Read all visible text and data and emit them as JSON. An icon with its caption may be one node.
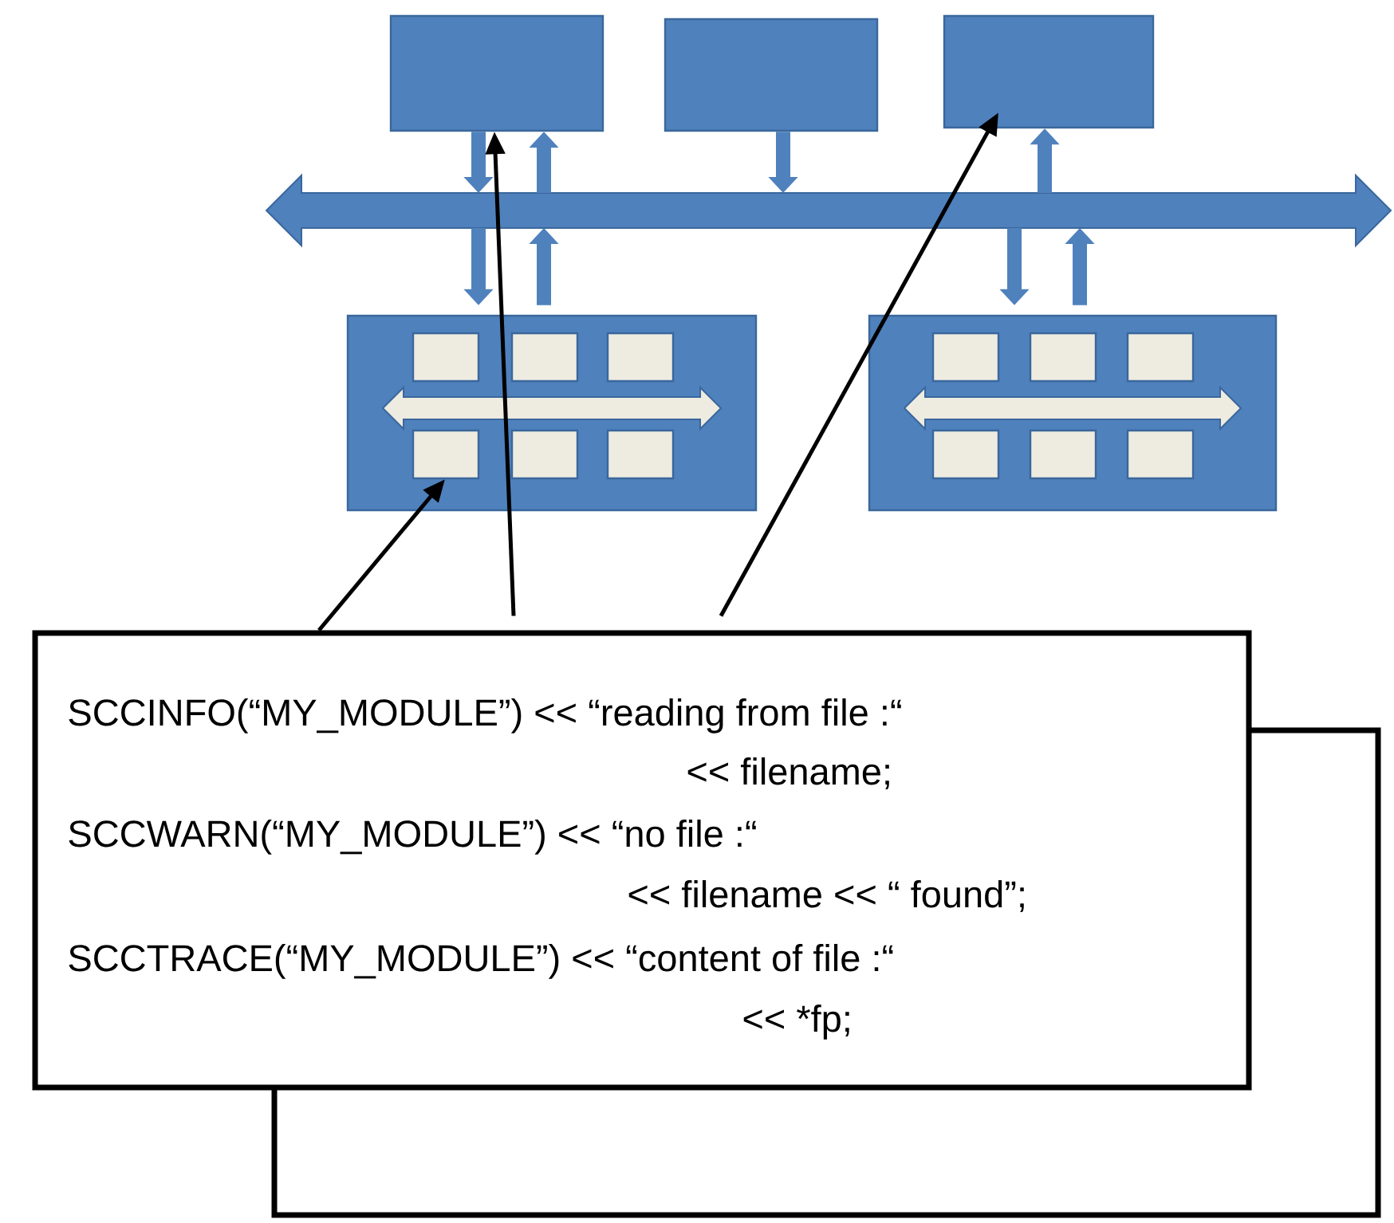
{
  "diagram": {
    "nodes": [
      {
        "text": [],
        "shape": "box"
      },
      {
        "text": [],
        "shape": "box"
      },
      {
        "text": [],
        "shape": "box"
      },
      {
        "text": [],
        "shape": "bar"
      },
      {
        "text": [],
        "shape": "box"
      },
      {
        "text": [],
        "shape": "box",
        "in": 4
      },
      {
        "text": [],
        "shape": "box",
        "in": 4
      },
      {
        "text": [],
        "shape": "box",
        "in": 4
      },
      {
        "text": [],
        "shape": "box",
        "in": 4
      },
      {
        "text": [],
        "shape": "box",
        "in": 4
      },
      {
        "text": [],
        "shape": "box",
        "in": 4
      },
      {
        "text": [],
        "shape": "box"
      },
      {
        "text": [],
        "shape": "box",
        "in": 11
      },
      {
        "text": [],
        "shape": "box",
        "in": 11
      },
      {
        "text": [],
        "shape": "box",
        "in": 11
      },
      {
        "text": [],
        "shape": "box",
        "in": 11
      },
      {
        "text": [],
        "shape": "box",
        "in": 11
      },
      {
        "text": [],
        "shape": "box",
        "in": 11
      },
      {
        "text": [
          "SCCINFO(“MY_MODULE”) << “reading from file :“",
          "<< filename;",
          "SCCWARN(“MY_MODULE”) << “no file :“",
          "<< filename << “ found”;",
          "SCCTRACE(“MY_MODULE”) << “content of file :“",
          "<< *fp;"
        ]
      }
    ],
    "edges": [
      {
        "from": 0,
        "to": 3,
        "arrow": "to"
      },
      {
        "from": 3,
        "to": 0,
        "arrow": "to"
      },
      {
        "from": 1,
        "to": 3,
        "arrow": "to"
      },
      {
        "from": 3,
        "to": 2,
        "arrow": "to"
      },
      {
        "from": 3,
        "to": 4,
        "arrow": "to"
      },
      {
        "from": 4,
        "to": 3,
        "arrow": "to"
      },
      {
        "from": 3,
        "to": 11,
        "arrow": "to"
      },
      {
        "from": 11,
        "to": 3,
        "arrow": "to"
      },
      {
        "from": 18,
        "to": 8,
        "arrow": "to",
        "color": "#000000"
      },
      {
        "from": 18,
        "to": 0,
        "arrow": "to",
        "color": "#000000"
      },
      {
        "from": 18,
        "to": 2,
        "arrow": "to",
        "color": "#000000"
      }
    ]
  }
}
